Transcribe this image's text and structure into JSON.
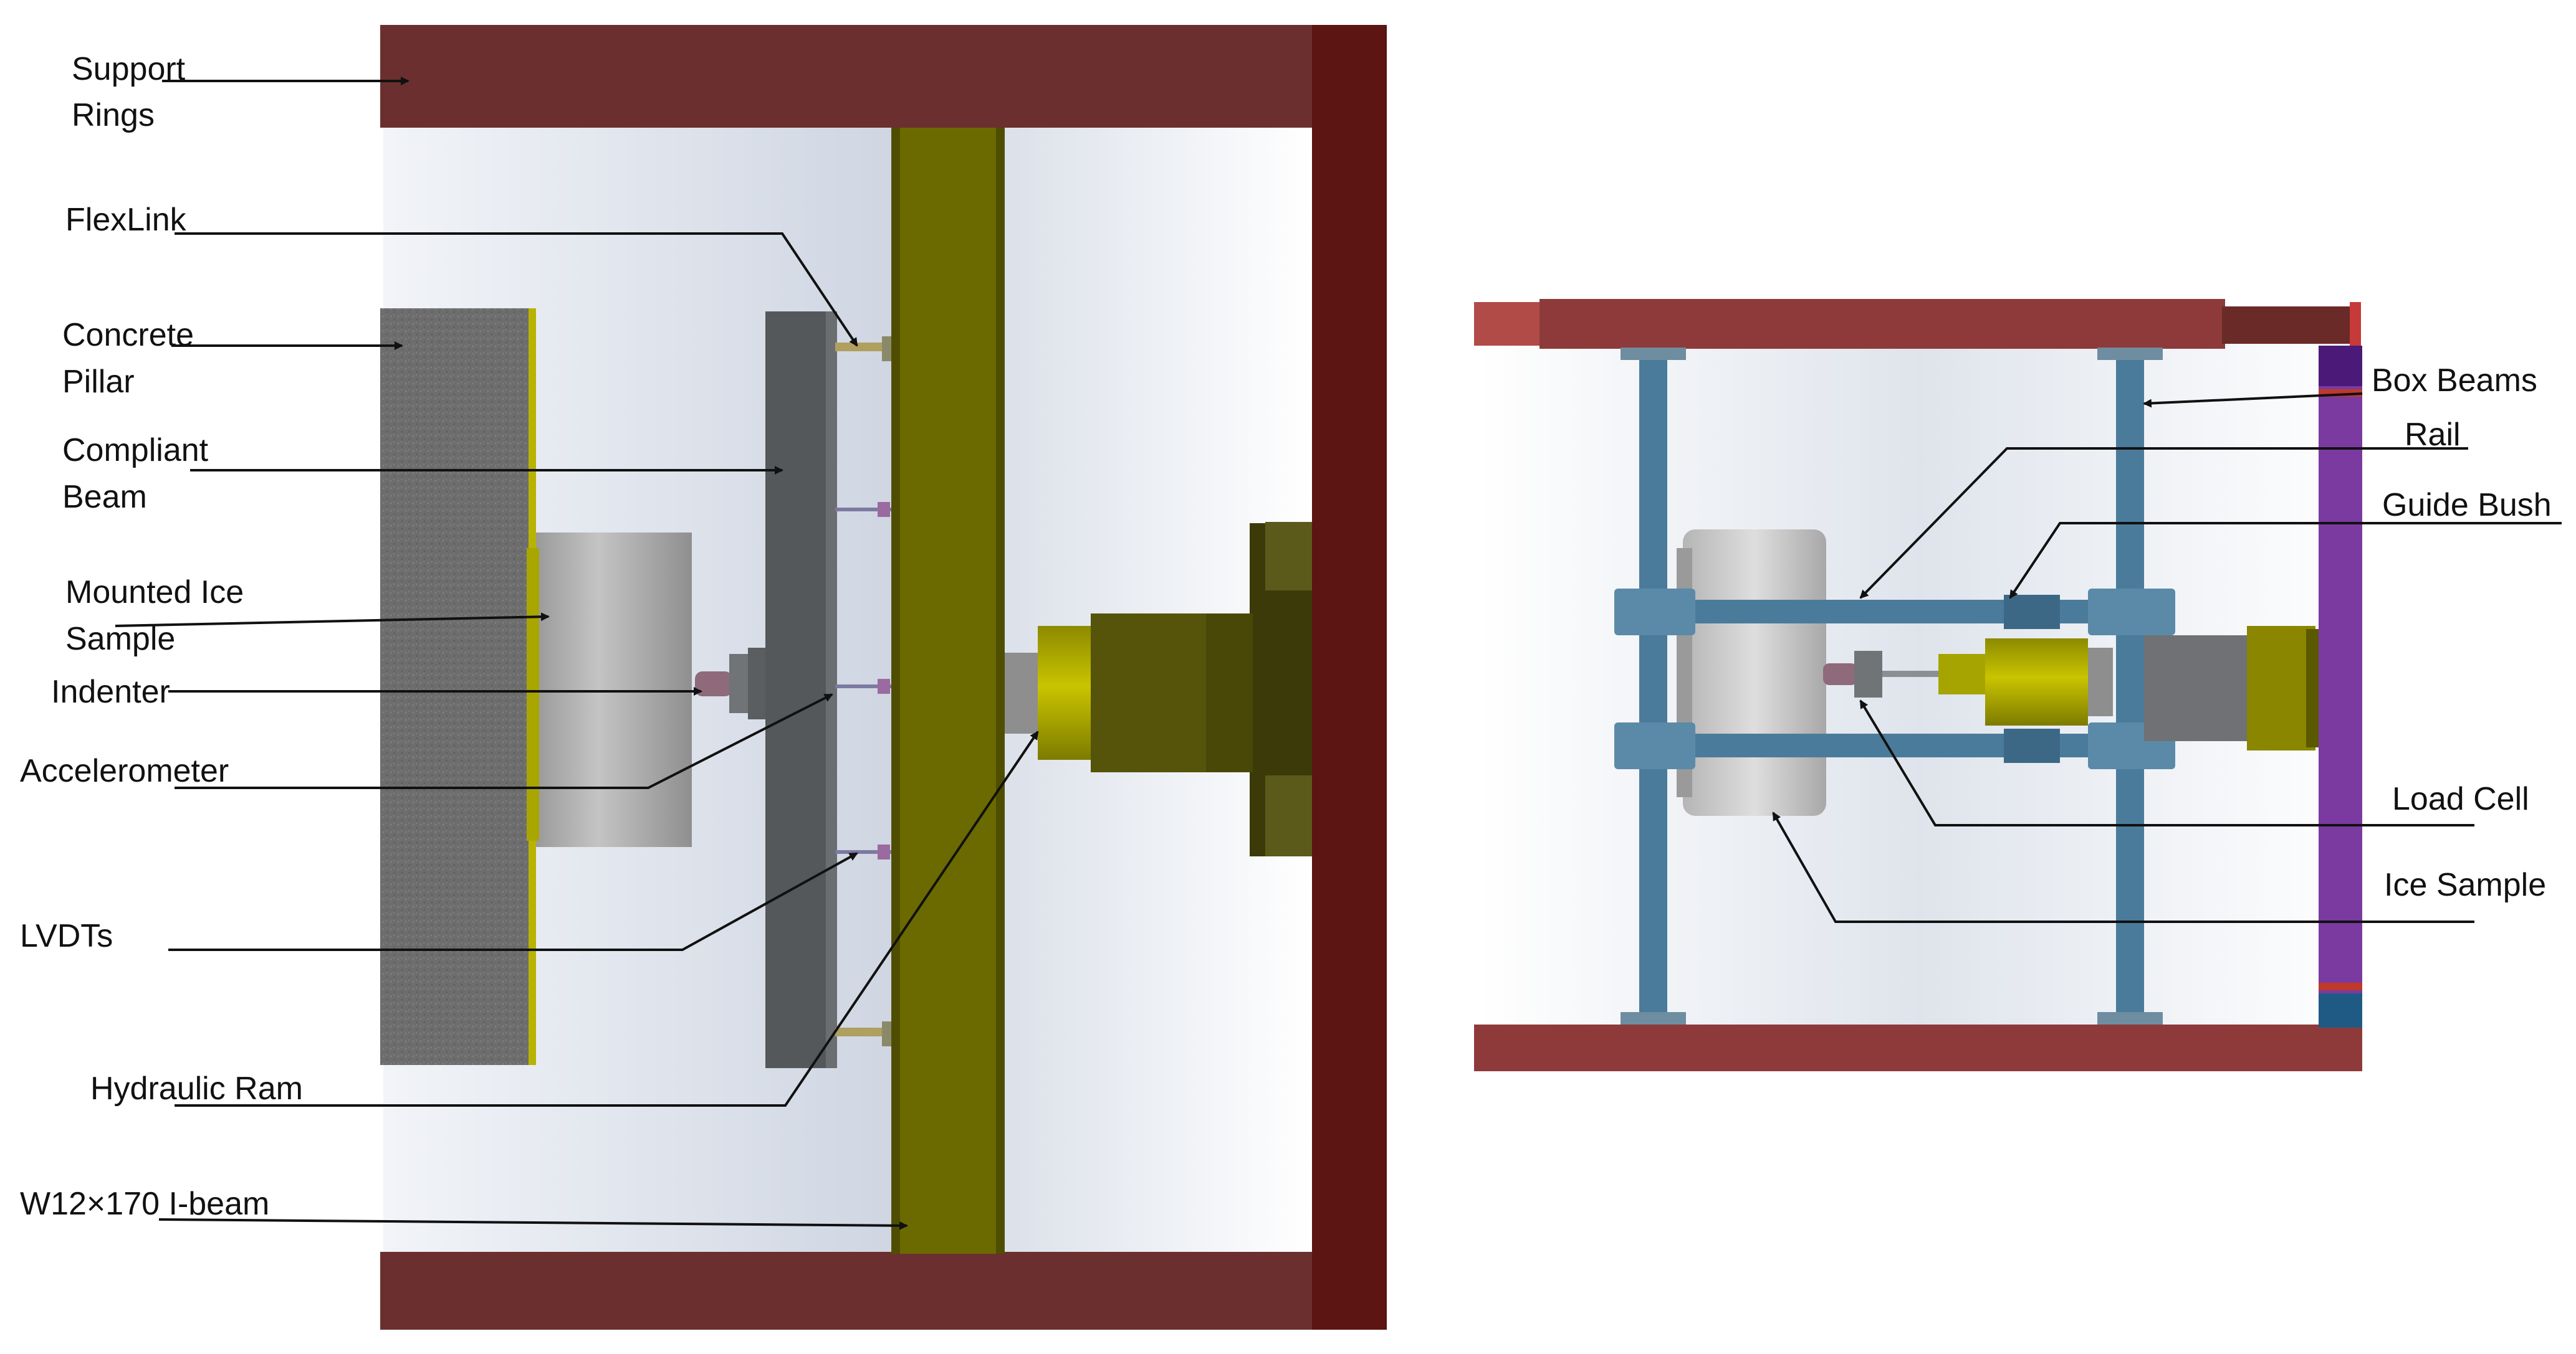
{
  "left_figure": {
    "labels": {
      "support_rings_1": "Support",
      "support_rings_2": "Rings",
      "flexlink": "FlexLink",
      "concrete_pillar_1": "Concrete",
      "concrete_pillar_2": "Pillar",
      "compliant_beam_1": "Compliant",
      "compliant_beam_2": "Beam",
      "mounted_ice_sample_1": "Mounted Ice",
      "mounted_ice_sample_2": "Sample",
      "indenter": "Indenter",
      "accelerometer": "Accelerometer",
      "lvdts": "LVDTs",
      "hydraulic_ram": "Hydraulic Ram",
      "i_beam": "W12×170 I-beam"
    }
  },
  "right_figure": {
    "labels": {
      "box_beams": "Box Beams",
      "rail": "Rail",
      "guide_bush": "Guide Bush",
      "load_cell": "Load Cell",
      "ice_sample": "Ice Sample"
    }
  },
  "colors": {
    "frame_brown": "#6b2f2f",
    "frame_dark_red": "#5c1512",
    "olive_beam": "#6b6a00",
    "ram_yellow": "#b3b000",
    "steel_blue": "#4b7b9a",
    "purple_beam": "#7a3aa0",
    "concrete_gray": "#6f6f6f",
    "compliant_gray": "#55585a"
  }
}
